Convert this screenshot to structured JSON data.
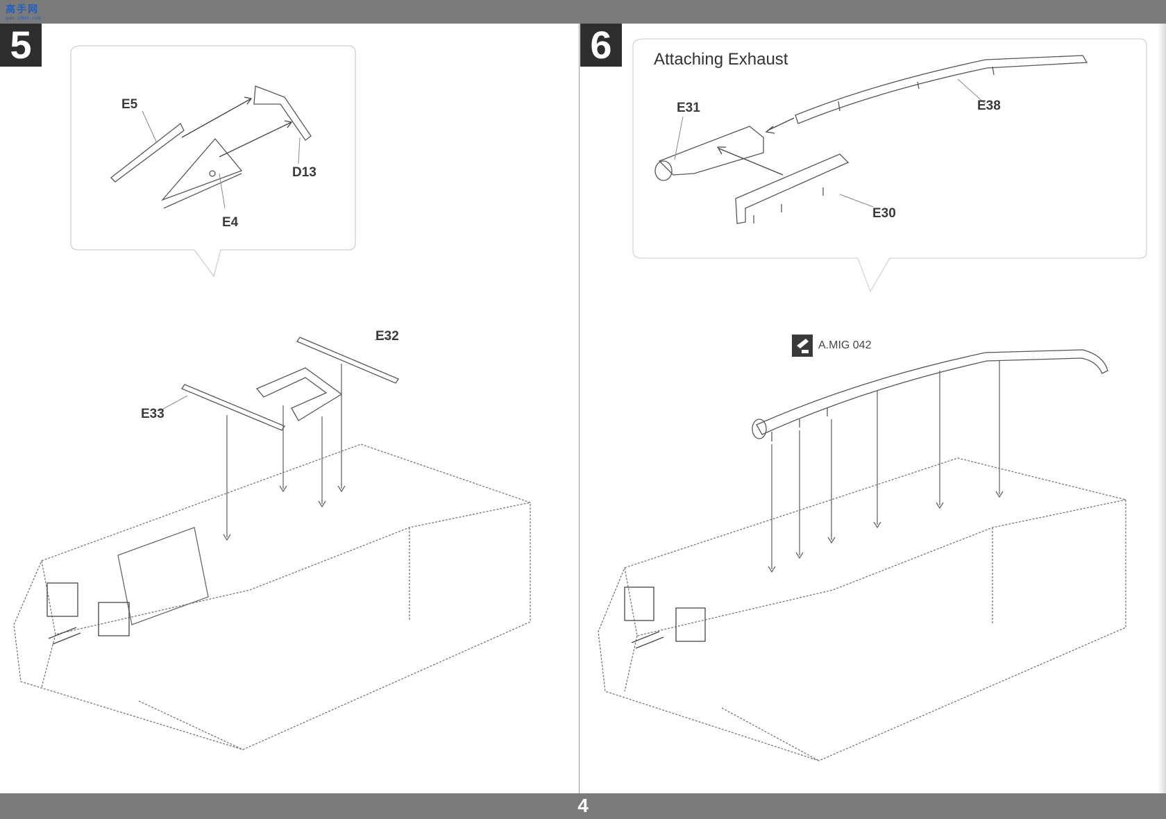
{
  "page": {
    "number": "4",
    "watermark_text": "高手网",
    "watermark_url": "gao-shou.com"
  },
  "steps": [
    {
      "number": "5",
      "callout_parts": [
        "E5",
        "D13",
        "E4"
      ],
      "main_parts": [
        "E32",
        "E33"
      ]
    },
    {
      "number": "6",
      "title": "Attaching Exhaust",
      "callout_parts": [
        "E31",
        "E38",
        "E30"
      ],
      "paint_ref": {
        "code": "A.MIG 042",
        "icon": "paint-brush-icon"
      }
    }
  ]
}
